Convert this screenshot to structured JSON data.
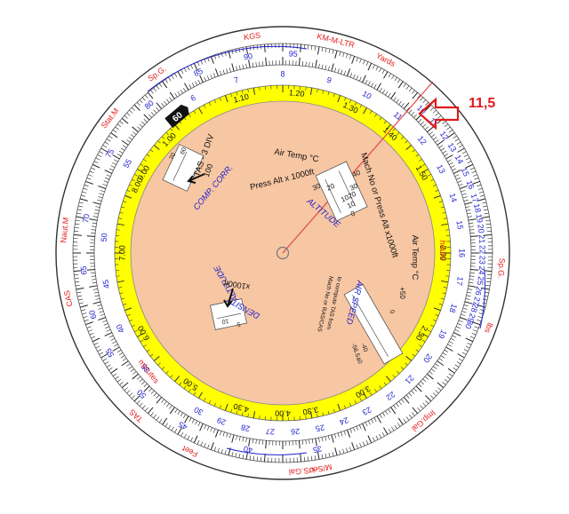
{
  "colors": {
    "outer_ring": "#ffffff",
    "yellow_band": "#ffff00",
    "inner_disc": "#f7c6a3",
    "blue": "#1f1fcf",
    "red": "#e31b1b",
    "black": "#111111",
    "hairline": "#e04848",
    "annotation": "#e01b1b"
  },
  "annotation": {
    "value": "11,5"
  },
  "outer_scale": {
    "major_labels": [
      "10",
      "11",
      "12",
      "13",
      "14",
      "15",
      "16",
      "17",
      "18",
      "19",
      "20",
      "21",
      "22",
      "23",
      "24",
      "25",
      "26",
      "27",
      "28",
      "29",
      "30",
      "35",
      "40",
      "45",
      "50",
      "55",
      "60",
      "65",
      "70",
      "75",
      "80",
      "85",
      "90",
      "95"
    ]
  },
  "outer_markers": [
    {
      "text": "Yards",
      "color": "red"
    },
    {
      "text": "KM-M-LTR",
      "color": "red"
    },
    {
      "text": "KGS",
      "color": "red"
    },
    {
      "text": "Sp.G.",
      "color": "red"
    },
    {
      "text": "Stat.M",
      "color": "red"
    },
    {
      "text": "Naut.M",
      "color": "red"
    },
    {
      "text": "CAS",
      "color": "red"
    },
    {
      "text": "TAS",
      "color": "red"
    },
    {
      "text": "Feet",
      "color": "red"
    },
    {
      "text": "US.Gal",
      "color": "red"
    },
    {
      "text": "M/Sec",
      "color": "red"
    },
    {
      "text": "Imp.Gal",
      "color": "red"
    },
    {
      "text": "lbs",
      "color": "red"
    },
    {
      "text": "Sp.G.",
      "color": "red"
    }
  ],
  "inner_scale": {
    "labels": [
      "6",
      "7",
      "8",
      "9",
      "10",
      "11",
      "12",
      "13",
      "14",
      "15",
      "16",
      "17",
      "18",
      "19",
      "20",
      "21",
      "22",
      "23",
      "24",
      "25",
      "26",
      "27",
      "28",
      "29",
      "30",
      "35",
      "40",
      "45",
      "50",
      "55"
    ]
  },
  "yellow_band": {
    "labels": [
      "1.00",
      "1.10",
      "1.20",
      "1.30",
      "1.40",
      "1.50",
      "2.00",
      "2.30",
      "3.00",
      "3.30",
      "4.00",
      "4.30",
      "5.00",
      "6.00",
      "7.00",
      "8.00",
      "9.00"
    ],
    "hours_label": "hours",
    "minutes_label": "minutes",
    "mark_60": "60"
  },
  "inner_disc": {
    "air_temp_top": "Air Temp °C",
    "press_alt": "Press Alt x 1000ft",
    "altitude": "ALTITUDE",
    "mach_or_press_alt": "Mach No or Press Alt x1000ft",
    "air_temp_right": "Air Temp °C",
    "plus50": "+50",
    "airspeed": "AIR SPEED",
    "to_compute_1": "to compute TAS from",
    "to_compute_2": "Mach No or RAS/CAS",
    "density": "DENSITY",
    "altitude2": "ALTITUDE",
    "x1000ft": "x1000ft",
    "tas_3div": "TAS - 3 DIV",
    "comp_corr": "COMP. CORR.",
    "val_100": "100"
  },
  "windows": {
    "altitude_window_numbers": [
      "40",
      "30",
      "20",
      "10",
      "0"
    ],
    "altitude_window_temps": [
      "30",
      "20",
      "10"
    ],
    "tas_window_numbers": [
      "70",
      "60"
    ],
    "density_window_numbers": [
      "10",
      "5"
    ],
    "airspeed_window_numbers": [
      "0",
      "-40",
      "-56.5",
      "40"
    ]
  }
}
